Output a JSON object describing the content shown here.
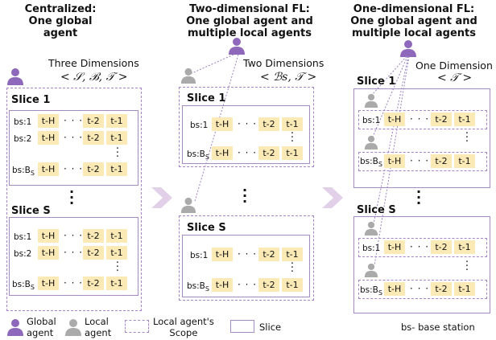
{
  "columns": [
    {
      "title": "Centralized:\nOne global\nagent",
      "dimensions": "Three Dimensions",
      "tuple": "< 𝒮, ℬ, 𝒯 >"
    },
    {
      "title": "Two-dimensional FL:\nOne global agent and\nmultiple local agents",
      "dimensions": "Two Dimensions",
      "tuple": "< ℬs, 𝒯 >"
    },
    {
      "title": "One-dimensional FL:\nOne global agent and\nmultiple local agents",
      "dimensions": "One Dimension",
      "tuple": "< 𝒯 >"
    }
  ],
  "slice_first": "Slice 1",
  "slice_last": "Slice S",
  "bs_labels": {
    "bs1": "bs:1",
    "bs2": "bs:2",
    "bsB_prefix": "bs:B",
    "bsB_sub": "S"
  },
  "cells": {
    "th": "t-H",
    "t2": "t-2",
    "t1": "t-1",
    "dots": "· · ·"
  },
  "legend": {
    "global_agent": "Global\nagent",
    "local_agent": "Local\nagent",
    "scope": "Local agent's\nScope",
    "slice": "Slice",
    "base_station": "bs- base station"
  },
  "colors": {
    "global_agent": "#8e68ba",
    "local_agent": "#aaaaaa",
    "cell": "#fbeab6",
    "arrow": "#e2cfe8",
    "slice_border": "#a58ac3"
  }
}
